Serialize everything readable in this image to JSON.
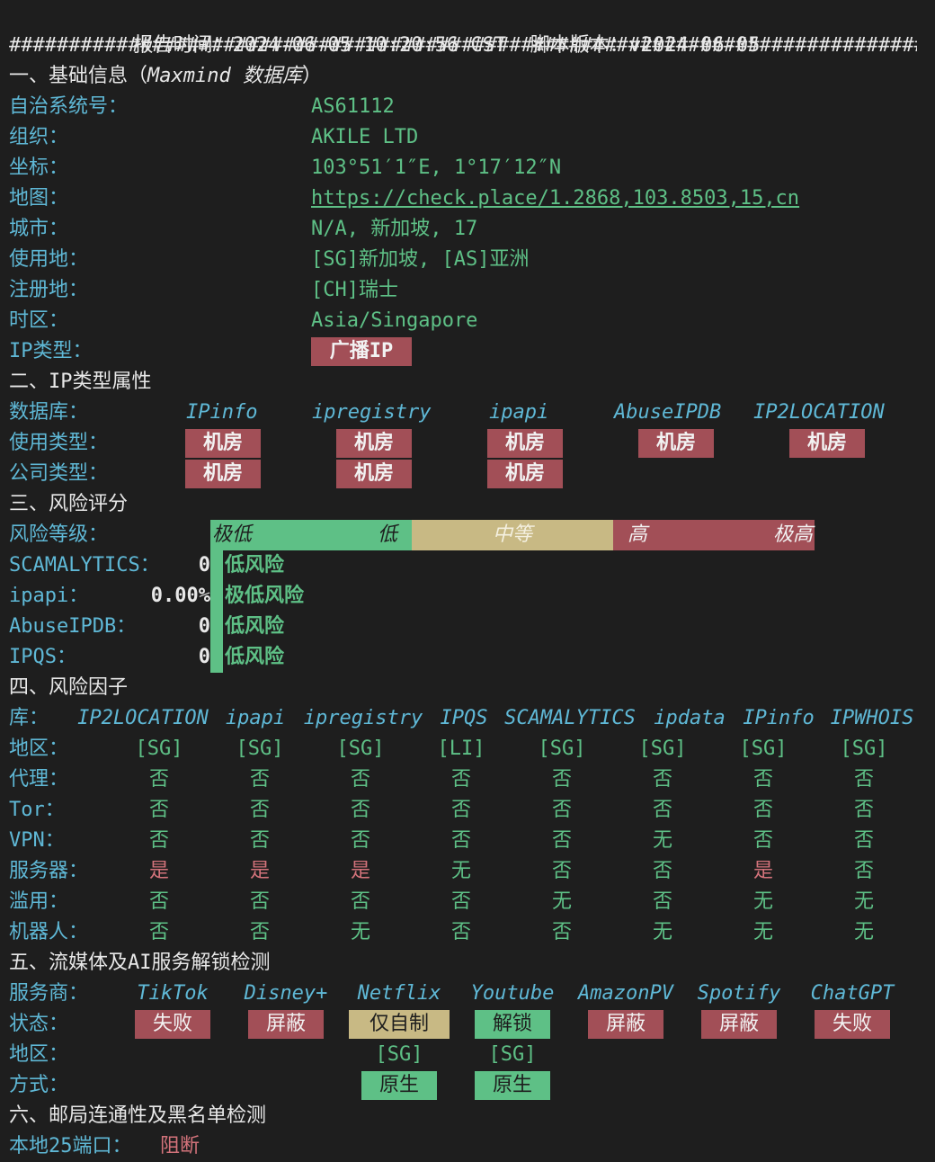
{
  "header": {
    "report_time_label": "报告时间：",
    "report_time": "2024-06-05 10:20:56 CST",
    "version_label": "脚本版本：",
    "version": "v2024-06-05",
    "separator": "################################################################################"
  },
  "basic": {
    "title_prefix": "一、基础信息（",
    "title_source": "Maxmind 数据库",
    "title_suffix": "）",
    "rows": [
      {
        "label": "自治系统号：",
        "value": "AS61112"
      },
      {
        "label": "组织：",
        "value": "AKILE LTD"
      },
      {
        "label": "坐标：",
        "value": "103°51′1″E, 1°17′12″N"
      },
      {
        "label": "地图：",
        "value": "https://check.place/1.2868,103.8503,15,cn"
      },
      {
        "label": "城市：",
        "value": "N/A, 新加坡, 17"
      },
      {
        "label": "使用地：",
        "value": "[SG]新加坡, [AS]亚洲"
      },
      {
        "label": "注册地：",
        "value": "[CH]瑞士"
      },
      {
        "label": "时区：",
        "value": "Asia/Singapore"
      }
    ],
    "ip_type_label": "IP类型：",
    "ip_type": "广播IP"
  },
  "iptype": {
    "title": "二、IP类型属性",
    "db_label": "数据库：",
    "databases": [
      "IPinfo",
      "ipregistry",
      "ipapi",
      "AbuseIPDB",
      "IP2LOCATION"
    ],
    "usage_label": "使用类型：",
    "usage": [
      "机房",
      "机房",
      "机房",
      "机房",
      "机房"
    ],
    "company_label": "公司类型：",
    "company": [
      "机房",
      "机房",
      "机房"
    ]
  },
  "risk": {
    "title": "三、风险评分",
    "level_label": "风险等级：",
    "scale": {
      "very_low": "极低",
      "low": "低",
      "medium": "中等",
      "high": "高",
      "very_high": "极高"
    },
    "scores": [
      {
        "label": "SCAMALYTICS：",
        "value": "0",
        "verdict": "低风险"
      },
      {
        "label": "ipapi：",
        "value": "0.00%",
        "verdict": "极低风险"
      },
      {
        "label": "AbuseIPDB：",
        "value": "0",
        "verdict": "低风险"
      },
      {
        "label": "IPQS：",
        "value": "0",
        "verdict": "低风险"
      }
    ]
  },
  "factors": {
    "title": "四、风险因子",
    "lib_label": "库：",
    "libraries": [
      "IP2LOCATION",
      "ipapi",
      "ipregistry",
      "IPQS",
      "SCAMALYTICS",
      "ipdata",
      "IPinfo",
      "IPWHOIS"
    ],
    "rows": [
      {
        "label": "地区：",
        "values": [
          "[SG]",
          "[SG]",
          "[SG]",
          "[LI]",
          "[SG]",
          "[SG]",
          "[SG]",
          "[SG]"
        ]
      },
      {
        "label": "代理：",
        "values": [
          "否",
          "否",
          "否",
          "否",
          "否",
          "否",
          "否",
          "否"
        ]
      },
      {
        "label": "Tor：",
        "values": [
          "否",
          "否",
          "否",
          "否",
          "否",
          "否",
          "否",
          "否"
        ]
      },
      {
        "label": "VPN：",
        "values": [
          "否",
          "否",
          "否",
          "否",
          "否",
          "无",
          "否",
          "否"
        ]
      },
      {
        "label": "服务器：",
        "values": [
          "是",
          "是",
          "是",
          "无",
          "否",
          "否",
          "是",
          "否"
        ]
      },
      {
        "label": "滥用：",
        "values": [
          "否",
          "否",
          "否",
          "否",
          "无",
          "否",
          "无",
          "无"
        ]
      },
      {
        "label": "机器人：",
        "values": [
          "否",
          "否",
          "无",
          "否",
          "否",
          "无",
          "无",
          "无"
        ]
      }
    ]
  },
  "streaming": {
    "title": "五、流媒体及AI服务解锁检测",
    "provider_label": "服务商：",
    "providers": [
      "TikTok",
      "Disney+",
      "Netflix",
      "Youtube",
      "AmazonPV",
      "Spotify",
      "ChatGPT"
    ],
    "status_label": "状态：",
    "statuses": [
      "失败",
      "屏蔽",
      "仅自制",
      "解锁",
      "屏蔽",
      "屏蔽",
      "失败"
    ],
    "region_label": "地区：",
    "regions": [
      "[SG]",
      "[SG]"
    ],
    "method_label": "方式：",
    "methods": [
      "原生",
      "原生"
    ]
  },
  "mail": {
    "title": "六、邮局连通性及黑名单检测",
    "port25_label": "本地25端口：",
    "port25_value": "阻断"
  },
  "colors": {
    "background": "#1e1e1e",
    "cyan": "#5fb8d6",
    "green": "#5ec086",
    "red": "#a24f57",
    "tan": "#c8b984"
  }
}
